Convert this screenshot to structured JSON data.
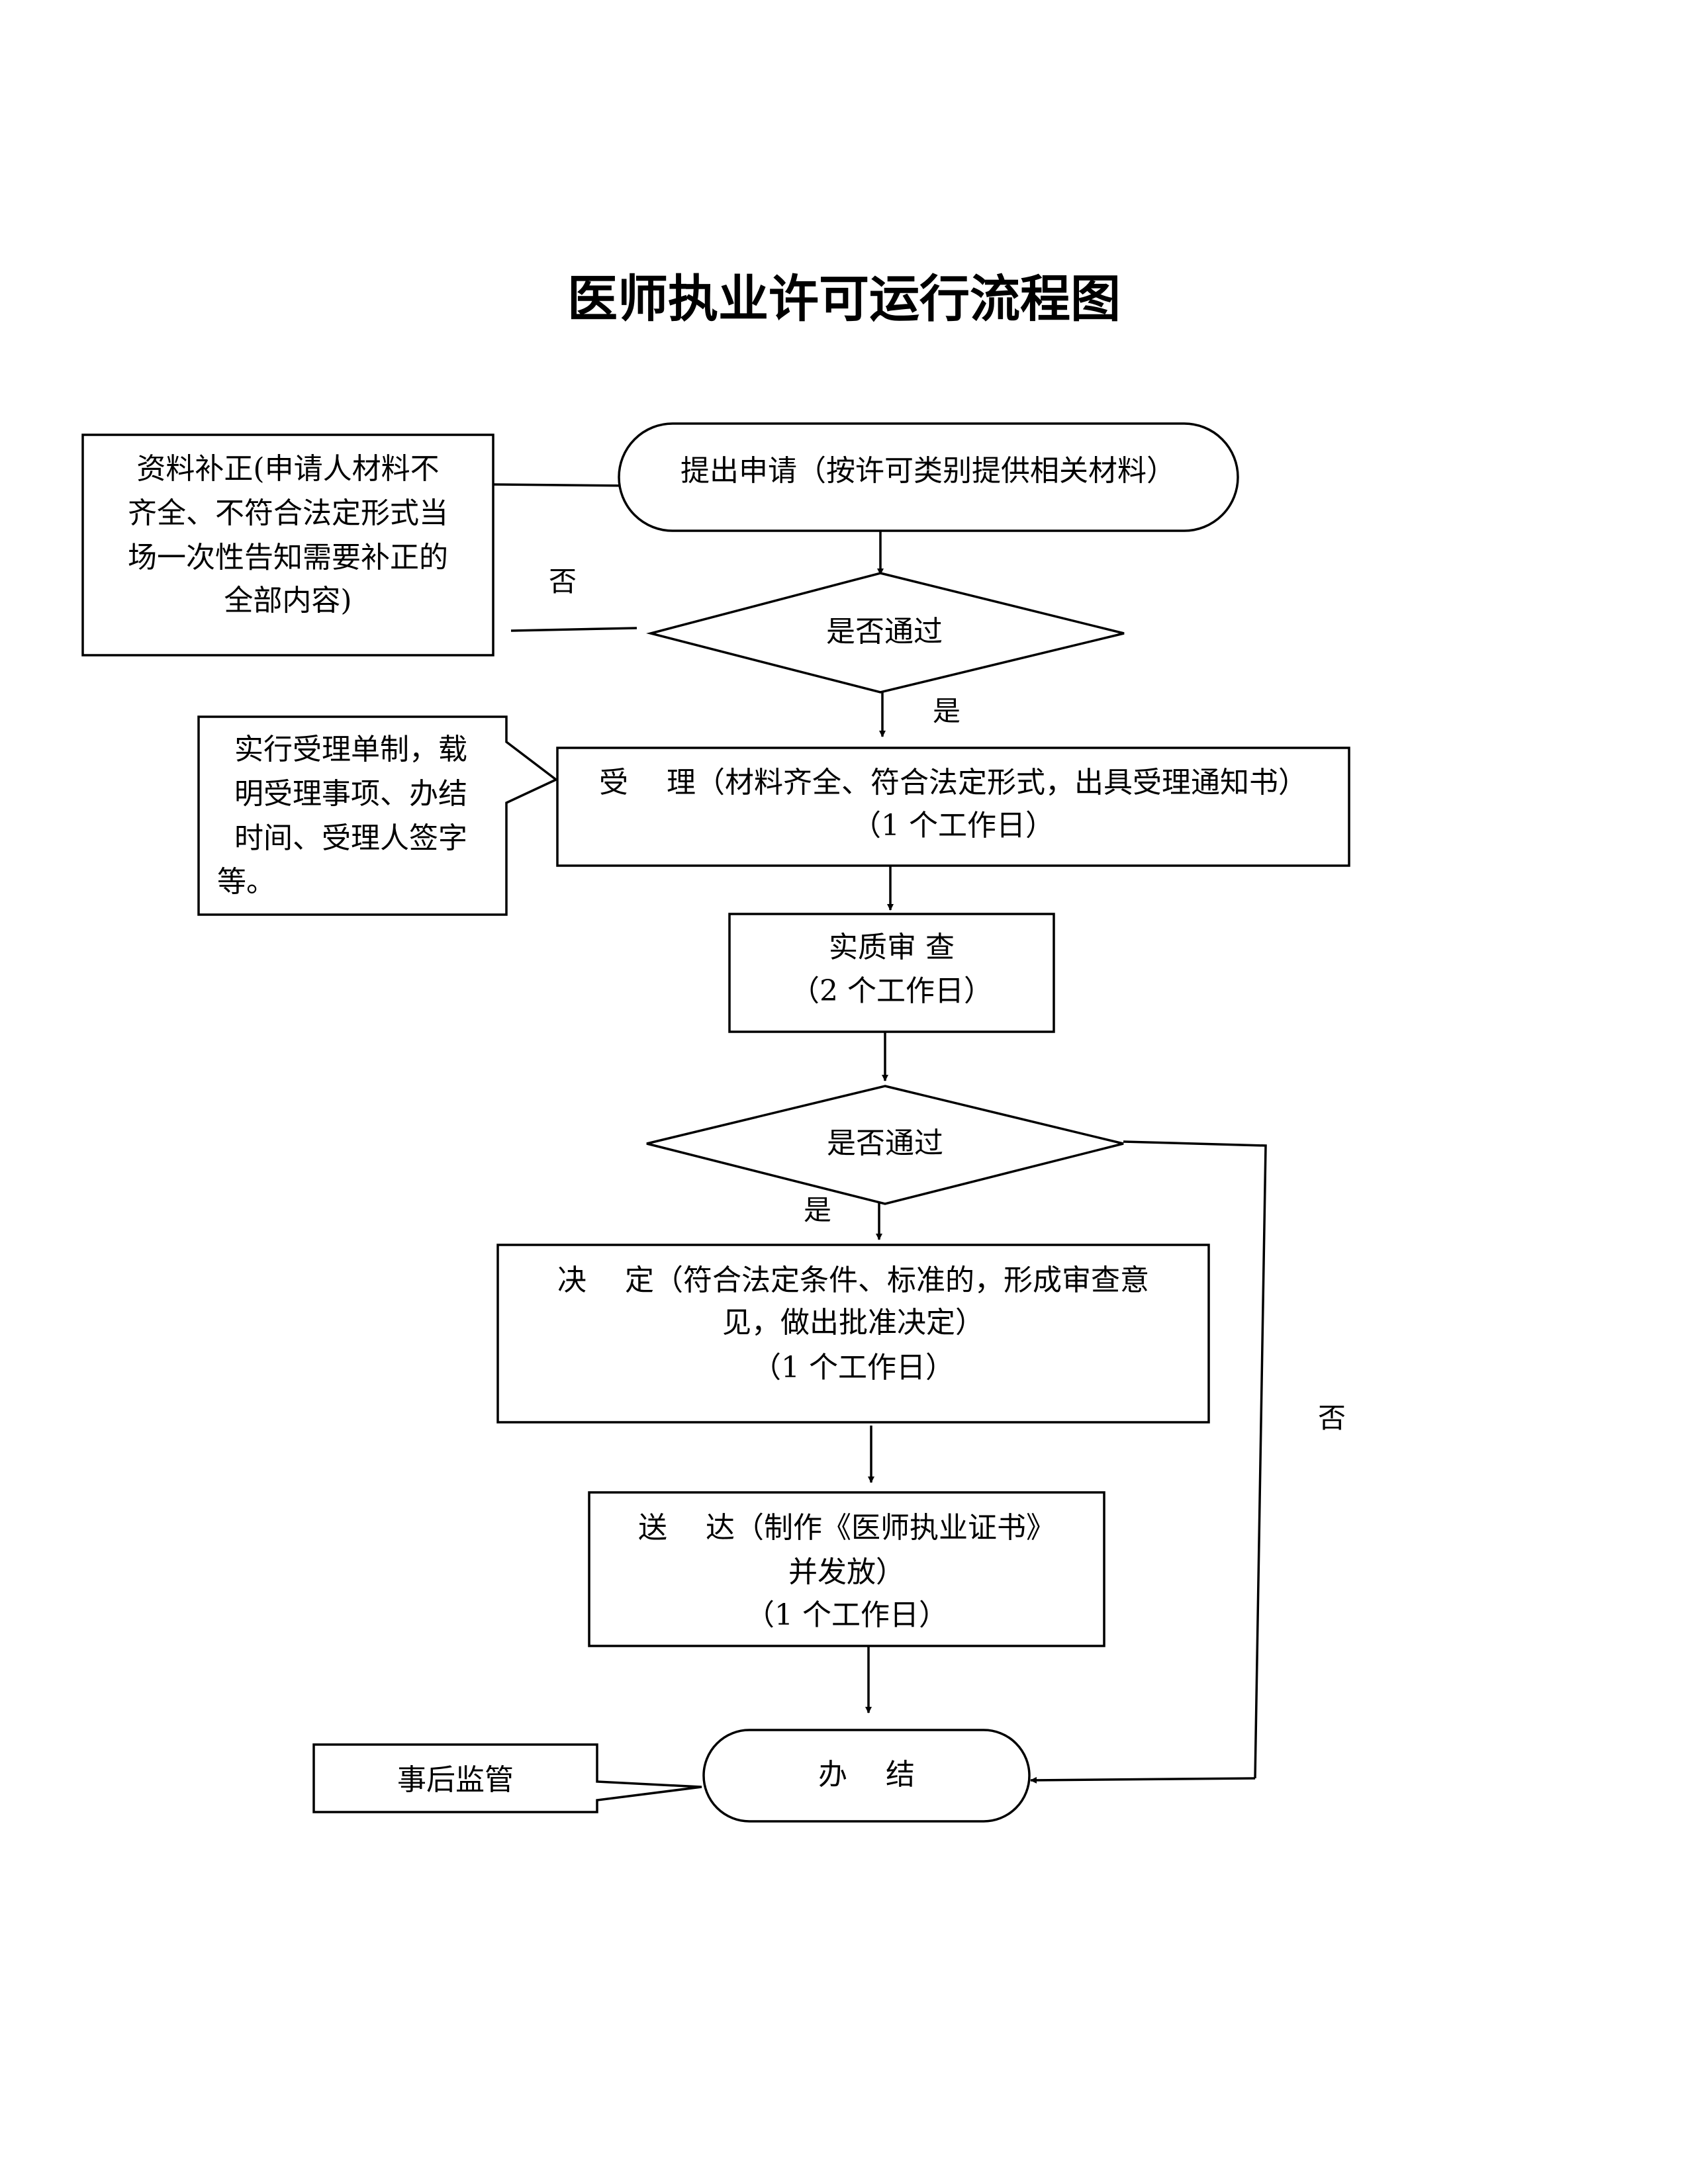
{
  "title": "医师执业许可运行流程图",
  "nodes": {
    "apply": {
      "lines": [
        "提出申请（按许可类别提供相关材料）"
      ]
    },
    "supplement": {
      "lines": [
        "资料补正(申请人材料不",
        "齐全、不符合法定形式当",
        "场一次性告知需要补正的",
        "全部内容)"
      ]
    },
    "check1": {
      "lines": [
        "是否通过"
      ]
    },
    "accept_note": {
      "lines": [
        "实行受理单制，载",
        "明受理事项、办结",
        "时间、受理人签字",
        "等。"
      ]
    },
    "accept": {
      "lines": [
        "受　 理（材料齐全、符合法定形式，出具受理通知书）",
        "（1 个工作日）"
      ]
    },
    "review": {
      "lines": [
        "实质审  查",
        "（2 个工作日）"
      ]
    },
    "check2": {
      "lines": [
        "是否通过"
      ]
    },
    "decide": {
      "lines": [
        "决　 定（符合法定条件、标准的，形成审查意",
        "见，做出批准决定）",
        "（1 个工作日）"
      ]
    },
    "deliver": {
      "lines": [
        "送　 达（制作《医师执业证书》",
        "并发放）",
        "（1 个工作日）"
      ]
    },
    "finish": {
      "lines": [
        "办　 结"
      ]
    },
    "supervise": {
      "lines": [
        "事后监管"
      ]
    }
  },
  "edge_labels": {
    "check1_no": "否",
    "check1_yes": "是",
    "check2_yes": "是",
    "check2_no": "否"
  }
}
